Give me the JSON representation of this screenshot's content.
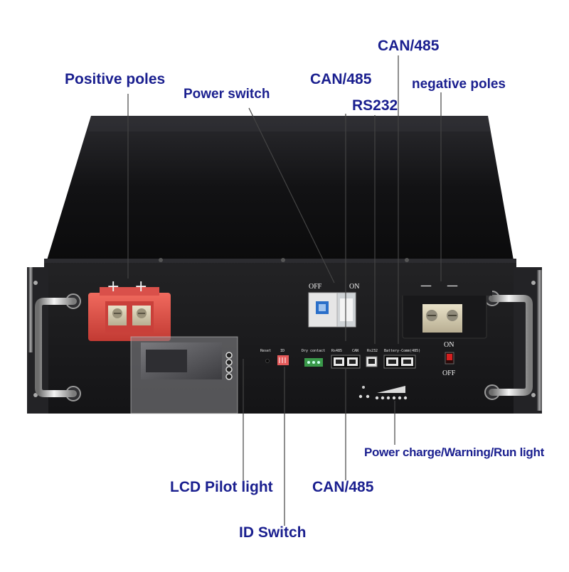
{
  "callouts": {
    "positive_poles": "Positive poles",
    "power_switch": "Power switch",
    "can485_top_left": "CAN/485",
    "can485_top_right": "CAN/485",
    "rs232": "RS232",
    "negative_poles": "negative poles",
    "power_charge_warning_run_light": "Power charge/Warning/Run light",
    "lcd_pilot_light": "LCD Pilot light",
    "can485_bottom": "CAN/485",
    "id_switch": "ID Switch"
  },
  "panel_labels": {
    "plus_1": "+",
    "plus_2": "+",
    "minus_1": "—",
    "minus_2": "—",
    "breaker_off": "OFF",
    "breaker_on": "ON",
    "reset": "Reset",
    "id": "ID",
    "dry_contact": "Dry contact",
    "rs485": "Rs485",
    "can": "CAN",
    "rs232": "Rs232",
    "battery_comm": "Battery-Comm(485)",
    "switch_on": "ON",
    "switch_off": "OFF"
  },
  "colors": {
    "callout_text": "#1a1f8f",
    "leader_line": "#444444",
    "chassis_top": "#101012",
    "chassis_front": "#1b1b1d",
    "positive_terminal": "#d8423c",
    "rocker_switch": "#d42020"
  }
}
